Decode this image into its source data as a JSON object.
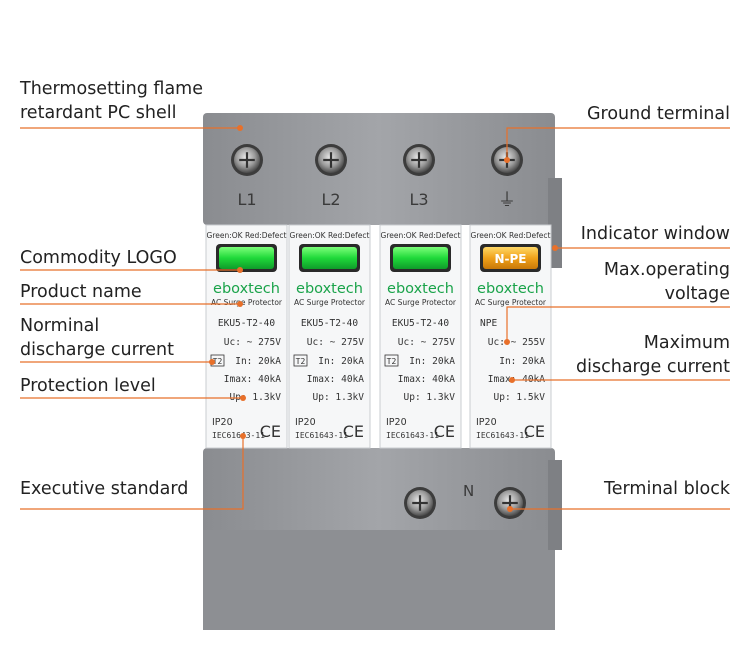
{
  "callouts": {
    "shell": "Thermosetting flame\nretardant PC shell",
    "logo": "Commodity LOGO",
    "product_name": "Product name",
    "nominal_discharge": "Norminal\ndischarge current",
    "protection_level": "Protection level",
    "executive_standard": "Executive standard",
    "ground_terminal": "Ground terminal",
    "indicator_window": "Indicator window",
    "max_voltage": "Max.operating\nvoltage",
    "max_discharge": "Maximum\ndischarge current",
    "terminal_block": "Terminal block"
  },
  "colors": {
    "accent": "#e8702a",
    "housing": "#9a9ca0",
    "housing_dark": "#7c7e82",
    "label_bg": "#f6f7f8",
    "brand": "#1aa34a",
    "indicator_green": "#1fd93a",
    "indicator_yellow": "#f0a21a"
  },
  "device": {
    "top_labels": [
      "L1",
      "L2",
      "L3"
    ],
    "ground_symbol": "⏚",
    "neutral_label": "N",
    "modules": [
      {
        "indicator_text": "Green:OK Red:Defect",
        "brand": "eboxtech",
        "subtitle": "AC Surge Protector",
        "model": "EKU5-T2-40",
        "uc": "Uc: ~ 275V",
        "class_tag": "T2",
        "in": "In:  20kA",
        "imax": "Imax: 40kA",
        "up": "Up:  1.3kV",
        "ip": "IP20",
        "standard": "IEC61643-11",
        "ce": "CE"
      },
      {
        "indicator_text": "Green:OK Red:Defect",
        "brand": "eboxtech",
        "subtitle": "AC Surge Protector",
        "model": "EKU5-T2-40",
        "uc": "Uc: ~ 275V",
        "class_tag": "T2",
        "in": "In:  20kA",
        "imax": "Imax: 40kA",
        "up": "Up:  1.3kV",
        "ip": "IP20",
        "standard": "IEC61643-11",
        "ce": "CE"
      },
      {
        "indicator_text": "Green:OK Red:Defect",
        "brand": "eboxtech",
        "subtitle": "AC Surge Protector",
        "model": "EKU5-T2-40",
        "uc": "Uc: ~ 275V",
        "class_tag": "T2",
        "in": "In:  20kA",
        "imax": "Imax: 40kA",
        "up": "Up:  1.3kV",
        "ip": "IP20",
        "standard": "IEC61643-11",
        "ce": "CE"
      },
      {
        "indicator_text": "Green:OK Red:Defect",
        "indicator_label": "N-PE",
        "brand": "eboxtech",
        "subtitle": "AC Surge Protector",
        "model": "NPE",
        "uc": "Uc: ~ 255V",
        "class_tag": "",
        "in": "In:  20kA",
        "imax": "Imax: 40kA",
        "up": "Up:  1.5kV",
        "ip": "IP20",
        "standard": "IEC61643-11",
        "ce": "CE"
      }
    ]
  }
}
